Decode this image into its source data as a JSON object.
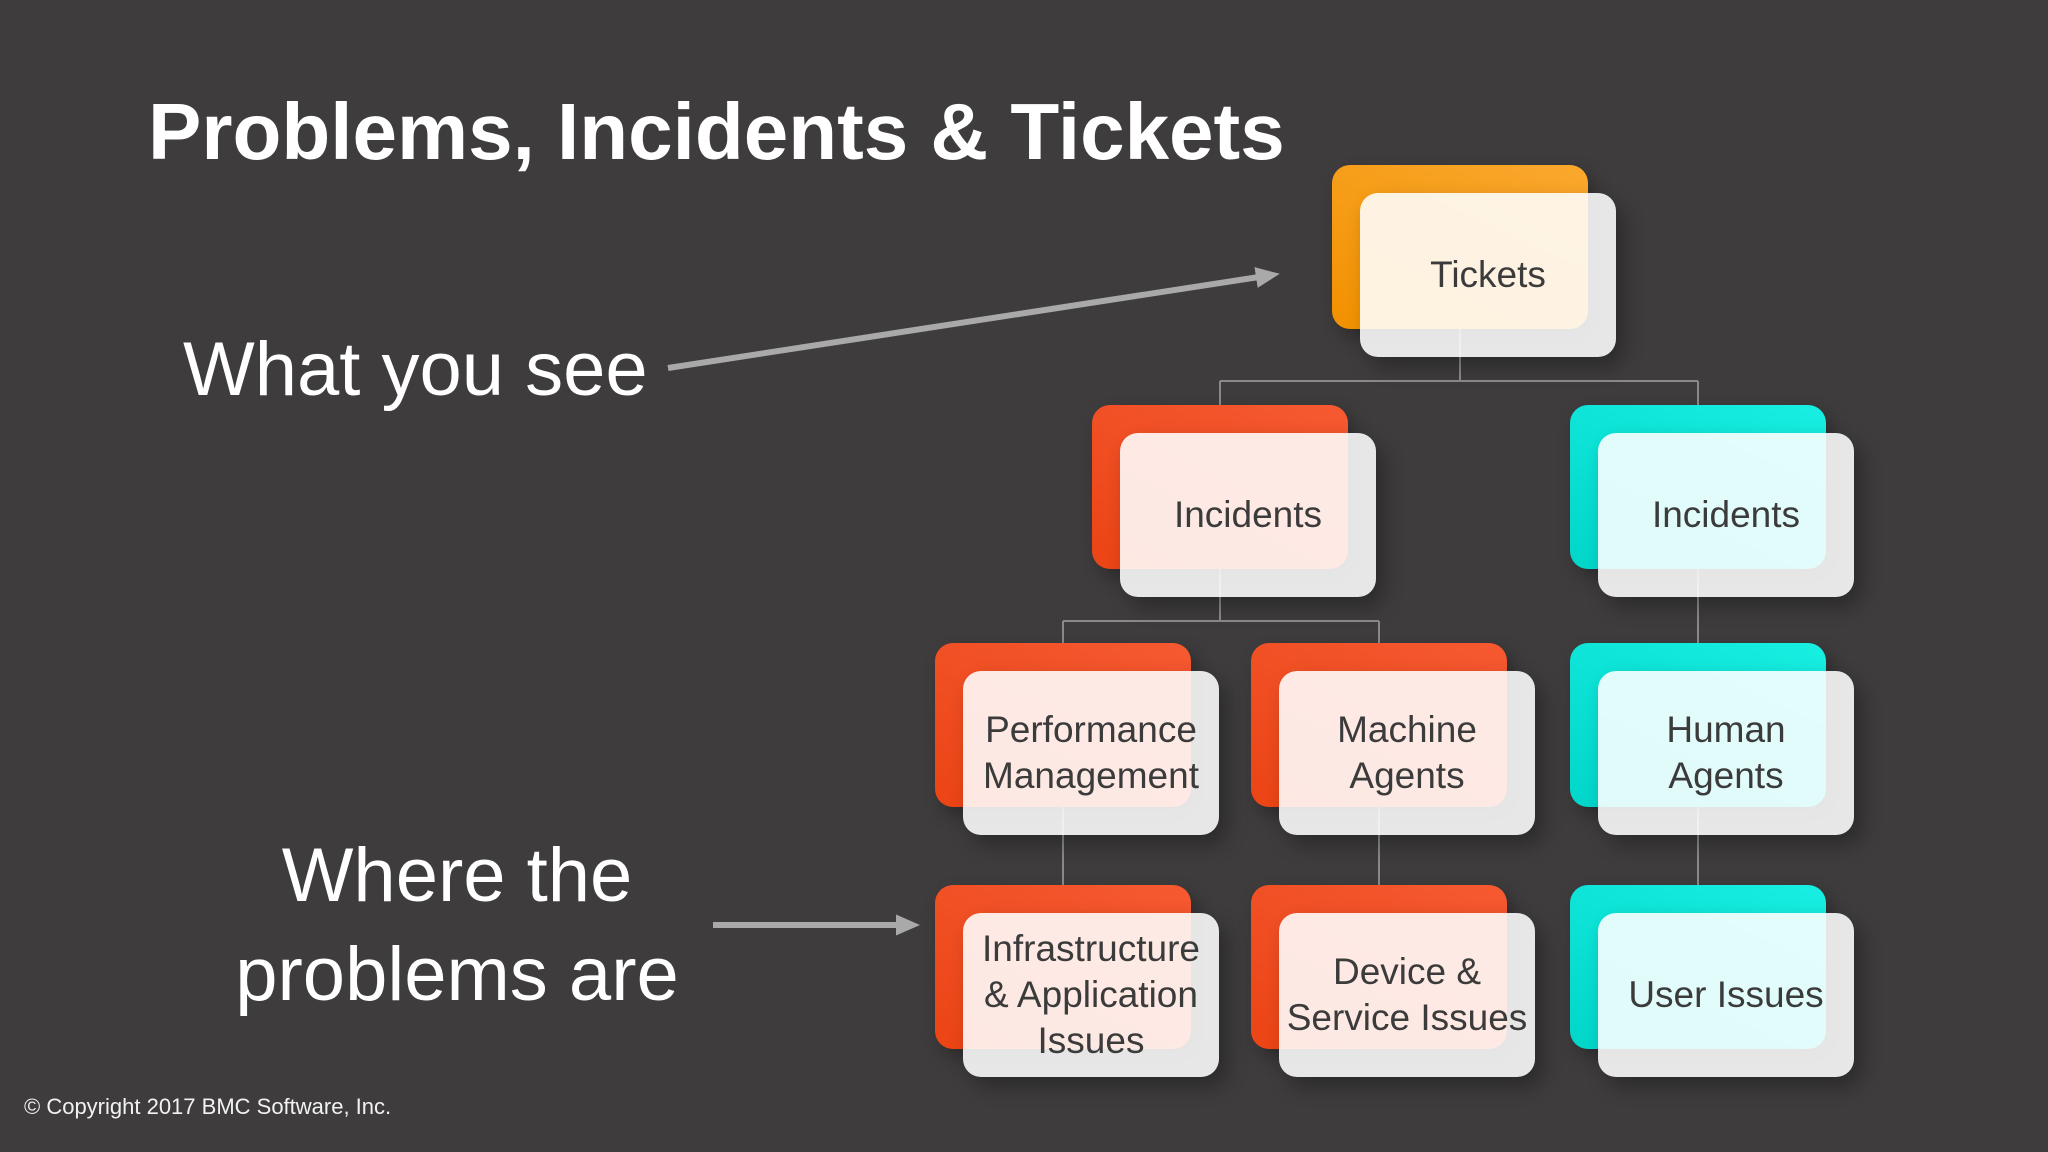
{
  "slide": {
    "title": "Problems, Incidents & Tickets",
    "annotations": {
      "what_you_see": "What you see",
      "where_line1": "Where the",
      "where_line2": "problems are"
    },
    "footer": "© Copyright 2017 BMC Software, Inc.",
    "colors": {
      "background": "#3E3C3D",
      "title_text": "#FFFFFF",
      "node_text": "#3B3B3B",
      "node_front_card": "#FFFFFF",
      "connector_line": "#8A8A8A",
      "annotation_arrow": "#A9A9A9"
    },
    "diagram": {
      "themes": {
        "orange": {
          "top": "#FAA82E",
          "bottom": "#F29100"
        },
        "red": {
          "top": "#F65931",
          "bottom": "#EB4415"
        },
        "cyan": {
          "top": "#18EFE2",
          "bottom": "#01D6CA"
        }
      },
      "nodes": [
        {
          "id": "tickets",
          "label_lines": [
            "Tickets"
          ],
          "theme": "orange",
          "row": 0,
          "col": "A",
          "children": [
            "incidents-what",
            "incidents-where"
          ]
        },
        {
          "id": "incidents-what",
          "label_lines": [
            "Incidents"
          ],
          "theme": "red",
          "row": 1,
          "col": "B",
          "children": [
            "performance-management",
            "machine-agents"
          ]
        },
        {
          "id": "incidents-where",
          "label_lines": [
            "Incidents"
          ],
          "theme": "cyan",
          "row": 1,
          "col": "C",
          "children": [
            "human-agents"
          ]
        },
        {
          "id": "performance-management",
          "label_lines": [
            "Performance",
            "Management"
          ],
          "theme": "red",
          "row": 2,
          "col": "D",
          "children": [
            "infrastructure-application-issues"
          ]
        },
        {
          "id": "machine-agents",
          "label_lines": [
            "Machine",
            "Agents"
          ],
          "theme": "red",
          "row": 2,
          "col": "E",
          "children": [
            "device-service-issues"
          ]
        },
        {
          "id": "human-agents",
          "label_lines": [
            "Human",
            "Agents"
          ],
          "theme": "cyan",
          "row": 2,
          "col": "C",
          "children": [
            "user-issues"
          ]
        },
        {
          "id": "infrastructure-application-issues",
          "label_lines": [
            "Infrastructure",
            "& Application",
            "Issues"
          ],
          "theme": "red",
          "row": 3,
          "col": "D",
          "children": []
        },
        {
          "id": "device-service-issues",
          "label_lines": [
            "Device &",
            "Service Issues"
          ],
          "theme": "red",
          "row": 3,
          "col": "E",
          "children": []
        },
        {
          "id": "user-issues",
          "label_lines": [
            "User Issues"
          ],
          "theme": "cyan",
          "row": 3,
          "col": "C",
          "children": []
        }
      ]
    }
  }
}
